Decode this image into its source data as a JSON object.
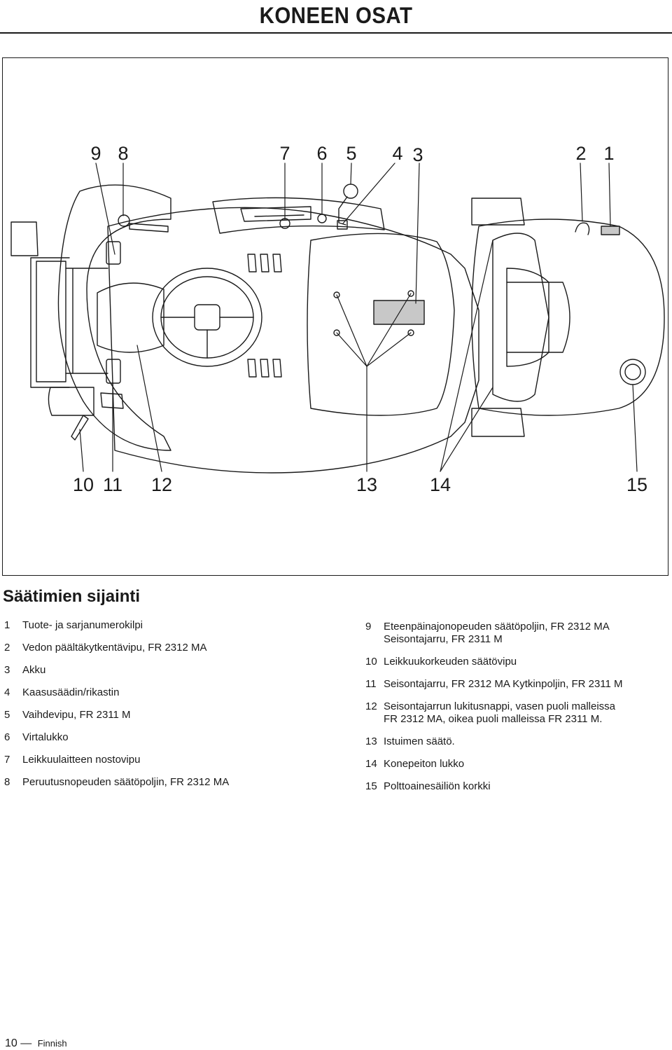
{
  "page": {
    "title": "KONEEN OSAT"
  },
  "figure": {
    "callouts_top": [
      "9",
      "8",
      "7",
      "6",
      "5",
      "4",
      "3",
      "2",
      "1"
    ],
    "callouts_bottom": [
      "10",
      "11",
      "12",
      "13",
      "14",
      "15"
    ]
  },
  "section": {
    "title": "Säätimien sijainti"
  },
  "legend_left": [
    {
      "num": "1",
      "text": "Tuote- ja sarjanumerokilpi"
    },
    {
      "num": "2",
      "text": "Vedon päältäkytkentävipu, FR 2312 MA"
    },
    {
      "num": "3",
      "text": "Akku"
    },
    {
      "num": "4",
      "text": "Kaasusäädin/rikastin"
    },
    {
      "num": "5",
      "text": "Vaihdevipu, FR 2311 M"
    },
    {
      "num": "6",
      "text": "Virtalukko"
    },
    {
      "num": "7",
      "text": "Leikkuulaitteen nostovipu"
    },
    {
      "num": "8",
      "text": "Peruutusnopeuden säätöpoljin, FR 2312 MA"
    }
  ],
  "legend_right": [
    {
      "num": "9",
      "line1": "Eteenpäinajonopeuden säätöpoljin, FR 2312 MA",
      "line2": "Seisontajarru, FR 2311 M"
    },
    {
      "num": "10",
      "line1": "Leikkuukorkeuden säätövipu",
      "line2": ""
    },
    {
      "num": "11",
      "line1": "Seisontajarru, FR 2312 MA Kytkinpoljin, FR 2311 M",
      "line2": ""
    },
    {
      "num": "12",
      "line1": "Seisontajarrun lukitusnappi, vasen puoli malleissa",
      "line2": "FR 2312 MA, oikea puoli malleissa FR 2311 M."
    },
    {
      "num": "13",
      "line1": "Istuimen säätö.",
      "line2": ""
    },
    {
      "num": "14",
      "line1": "Konepeiton lukko",
      "line2": ""
    },
    {
      "num": "15",
      "line1": "Polttoainesäiliön korkki",
      "line2": ""
    }
  ],
  "footer": {
    "page_number": "10",
    "language": "Finnish"
  }
}
